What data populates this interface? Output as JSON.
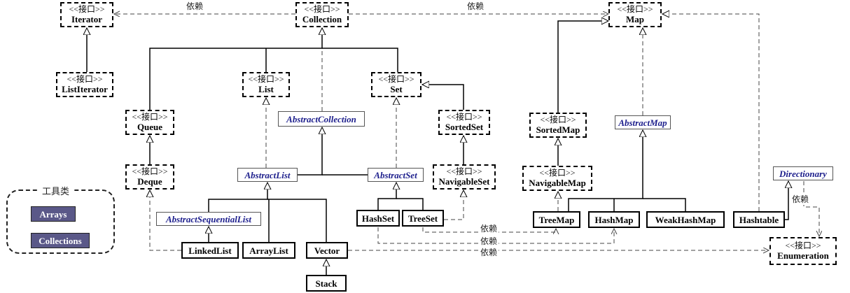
{
  "nodes": {
    "iterator": {
      "stereotype": "<<接口>>",
      "name": "Iterator"
    },
    "collection": {
      "stereotype": "<<接口>>",
      "name": "Collection"
    },
    "map": {
      "stereotype": "<<接口>>",
      "name": "Map"
    },
    "list_iterator": {
      "stereotype": "<<接口>>",
      "name": "ListIterator"
    },
    "list": {
      "stereotype": "<<接口>>",
      "name": "List"
    },
    "set": {
      "stereotype": "<<接口>>",
      "name": "Set"
    },
    "queue": {
      "stereotype": "<<接口>>",
      "name": "Queue"
    },
    "deque": {
      "stereotype": "<<接口>>",
      "name": "Deque"
    },
    "sorted_set": {
      "stereotype": "<<接口>>",
      "name": "SortedSet"
    },
    "navigable_set": {
      "stereotype": "<<接口>>",
      "name": "NavigableSet"
    },
    "sorted_map": {
      "stereotype": "<<接口>>",
      "name": "SortedMap"
    },
    "navigable_map": {
      "stereotype": "<<接口>>",
      "name": "NavigableMap"
    },
    "enumeration": {
      "stereotype": "<<接口>>",
      "name": "Enumeration"
    },
    "abstract_collection": {
      "name": "AbstractCollection"
    },
    "abstract_list": {
      "name": "AbstractList"
    },
    "abstract_set": {
      "name": "AbstractSet"
    },
    "abstract_sequential_list": {
      "name": "AbstractSequentialList"
    },
    "abstract_map": {
      "name": "AbstractMap"
    },
    "directionary": {
      "name": "Directionary"
    },
    "linked_list": {
      "name": "LinkedList"
    },
    "array_list": {
      "name": "ArrayList"
    },
    "vector": {
      "name": "Vector"
    },
    "stack": {
      "name": "Stack"
    },
    "hash_set": {
      "name": "HashSet"
    },
    "tree_set": {
      "name": "TreeSet"
    },
    "tree_map": {
      "name": "TreeMap"
    },
    "hash_map": {
      "name": "HashMap"
    },
    "weak_hash_map": {
      "name": "WeakHashMap"
    },
    "hashtable": {
      "name": "Hashtable"
    }
  },
  "tools": {
    "title": "工具类",
    "arrays": "Arrays",
    "collections": "Collections"
  },
  "labels": {
    "dep_iterator": "依赖",
    "dep_map": "依赖",
    "dep_hashtable": "依赖",
    "dep_treeset": "依赖",
    "dep_hashset": "依赖",
    "dep_vector": "依赖"
  }
}
